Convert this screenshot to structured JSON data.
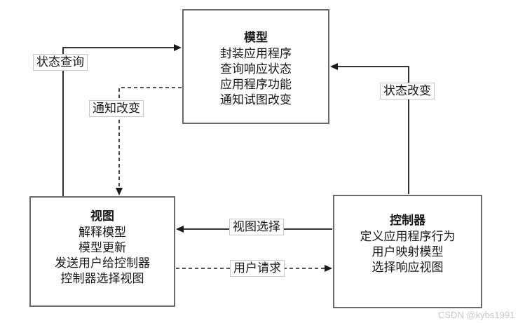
{
  "diagram": {
    "type": "mvc-pattern-flowchart",
    "nodes": {
      "model": {
        "title": "模型",
        "lines": [
          "封装应用程序",
          "查询响应状态",
          "应用程序功能",
          "通知试图改变"
        ]
      },
      "view": {
        "title": "视图",
        "lines": [
          "解释模型",
          "模型更新",
          "发送用户给控制器",
          "控制器选择视图"
        ]
      },
      "controller": {
        "title": "控制器",
        "lines": [
          "定义应用程序行为",
          "用户映射模型",
          "选择响应视图"
        ]
      }
    },
    "edges": {
      "status_query": {
        "label": "状态查询",
        "style": "solid",
        "from": "view",
        "to": "model"
      },
      "notify_change": {
        "label": "通知改变",
        "style": "dashed",
        "from": "model",
        "to": "view"
      },
      "status_change": {
        "label": "状态改变",
        "style": "solid",
        "from": "controller",
        "to": "model"
      },
      "view_select": {
        "label": "视图选择",
        "style": "solid",
        "from": "controller",
        "to": "view"
      },
      "user_request": {
        "label": "用户请求",
        "style": "dashed",
        "from": "view",
        "to": "controller"
      }
    }
  },
  "watermark": "CSDN @kybs1991",
  "colors": {
    "background": "#ffffff",
    "box_border": "#6a6a6a",
    "line": "#1a1a1a",
    "label_border": "#c8c8c8",
    "text": "#1a1a1a",
    "watermark": "#c9c9c9"
  }
}
